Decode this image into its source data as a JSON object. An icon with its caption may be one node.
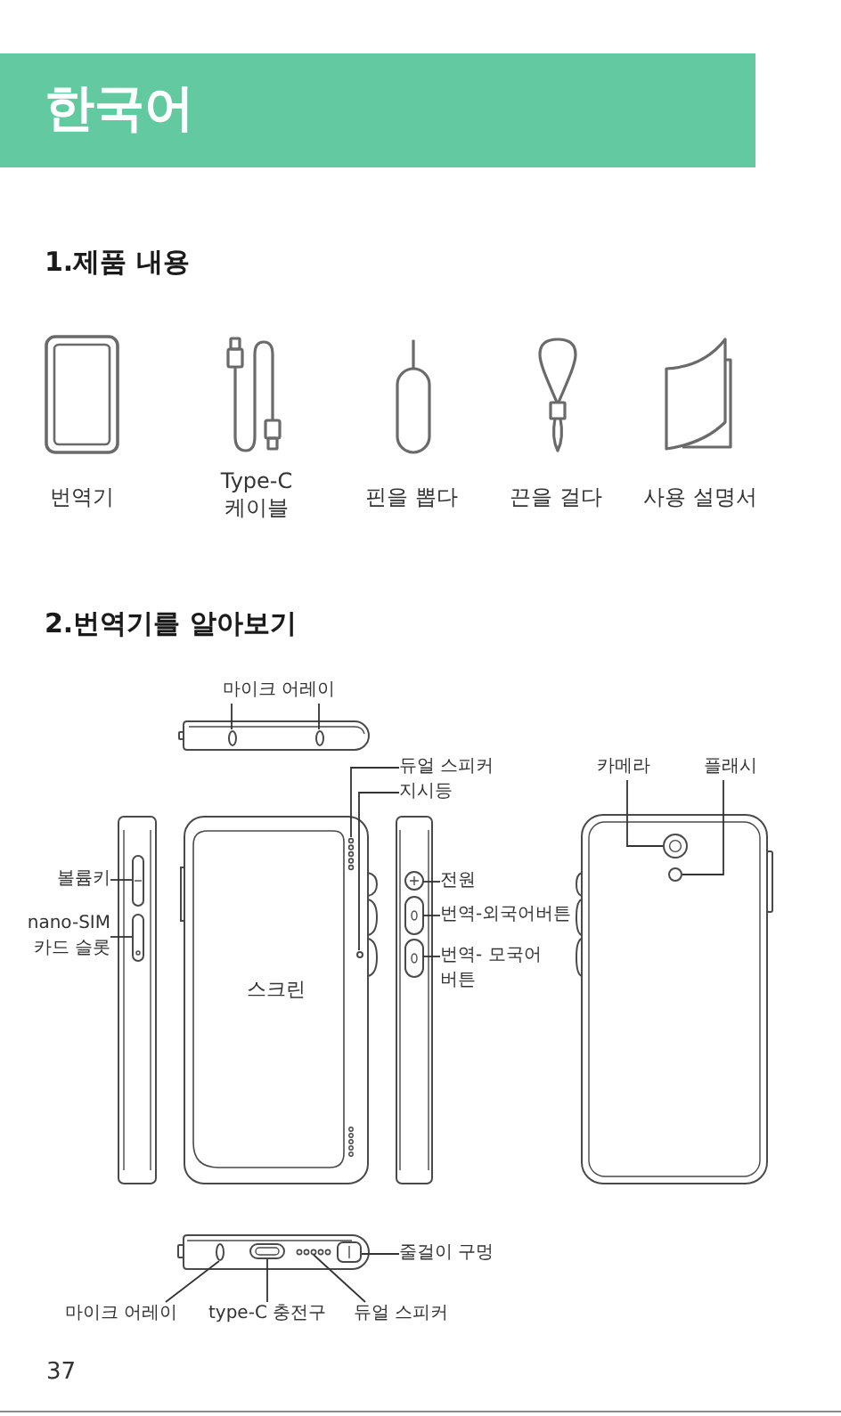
{
  "diagram": {
    "title": "한국어",
    "nodes": [
      {
        "text": [
          "마이크 어레이"
        ]
      },
      {
        "text": [],
        "shape": "picture"
      },
      {
        "text": [],
        "shape": "circle",
        "in": 1
      },
      {
        "text": [],
        "shape": "circle",
        "in": 1
      },
      {
        "text": [
          "듀얼 스피커"
        ]
      },
      {
        "text": [
          "카메라"
        ]
      },
      {
        "text": [
          "플래시"
        ]
      },
      {
        "text": [
          "지시등"
        ]
      },
      {
        "text": [],
        "shape": "picture"
      },
      {
        "text": [],
        "shape": "box",
        "in": 8
      },
      {
        "text": [],
        "shape": "box",
        "in": 8
      },
      {
        "text": [
          "스크린"
        ]
      },
      {
        "text": [],
        "shape": "picture",
        "in": 11
      },
      {
        "text": [],
        "shape": "circle",
        "in": 11
      },
      {
        "text": [],
        "shape": "picture"
      },
      {
        "text": [],
        "shape": "circle",
        "in": 14
      },
      {
        "text": [],
        "shape": "box",
        "in": 14
      },
      {
        "text": [],
        "shape": "box",
        "in": 14
      },
      {
        "text": [],
        "shape": "picture"
      },
      {
        "text": [],
        "shape": "circle",
        "in": 18
      },
      {
        "text": [],
        "shape": "circle",
        "in": 18
      },
      {
        "text": [
          "볼륨키"
        ]
      },
      {
        "text": [
          "전원"
        ]
      },
      {
        "text": [
          "번역-외국어버튼"
        ]
      },
      {
        "text": [
          "nano-SIM 카드 슬롯"
        ]
      },
      {
        "text": [
          "번역- 모국어 버튼"
        ]
      },
      {
        "text": [],
        "shape": "picture"
      },
      {
        "text": [],
        "shape": "circle",
        "in": 26
      },
      {
        "text": [],
        "shape": "box",
        "in": 26
      },
      {
        "text": [],
        "shape": "picture",
        "in": 26
      },
      {
        "text": [],
        "shape": "box",
        "in": 26
      },
      {
        "text": [
          "줄걸이 구멍"
        ]
      },
      {
        "text": [
          "마이크 어레이"
        ]
      },
      {
        "text": [
          "type-C 충전구"
        ]
      },
      {
        "text": [
          "듀얼 스피커"
        ]
      }
    ],
    "edges": [
      {
        "from": 0,
        "to": 2,
        "arrow": "none"
      },
      {
        "from": 0,
        "to": 3,
        "arrow": "none"
      },
      {
        "from": 4,
        "to": 12,
        "arrow": "none"
      },
      {
        "from": 7,
        "to": 13,
        "arrow": "none"
      },
      {
        "from": 5,
        "to": 19,
        "arrow": "none"
      },
      {
        "from": 6,
        "to": 20,
        "arrow": "none"
      },
      {
        "from": 21,
        "to": 9,
        "arrow": "none"
      },
      {
        "from": 24,
        "to": 10,
        "arrow": "none"
      },
      {
        "from": 22,
        "to": 15,
        "arrow": "none"
      },
      {
        "from": 23,
        "to": 16,
        "arrow": "none"
      },
      {
        "from": 25,
        "to": 17,
        "arrow": "none"
      },
      {
        "from": 31,
        "to": 30,
        "arrow": "none"
      },
      {
        "from": 32,
        "to": 27,
        "arrow": "none"
      },
      {
        "from": 33,
        "to": 28,
        "arrow": "none"
      },
      {
        "from": 34,
        "to": 29,
        "arrow": "none"
      }
    ],
    "labels": [
      "1.제품 내용",
      "번역기",
      "Type-C 케이블",
      "핀을 뽑다",
      "끈을 걸다",
      "사용 설명서",
      "2.번역기를 알아보기",
      "37"
    ]
  }
}
